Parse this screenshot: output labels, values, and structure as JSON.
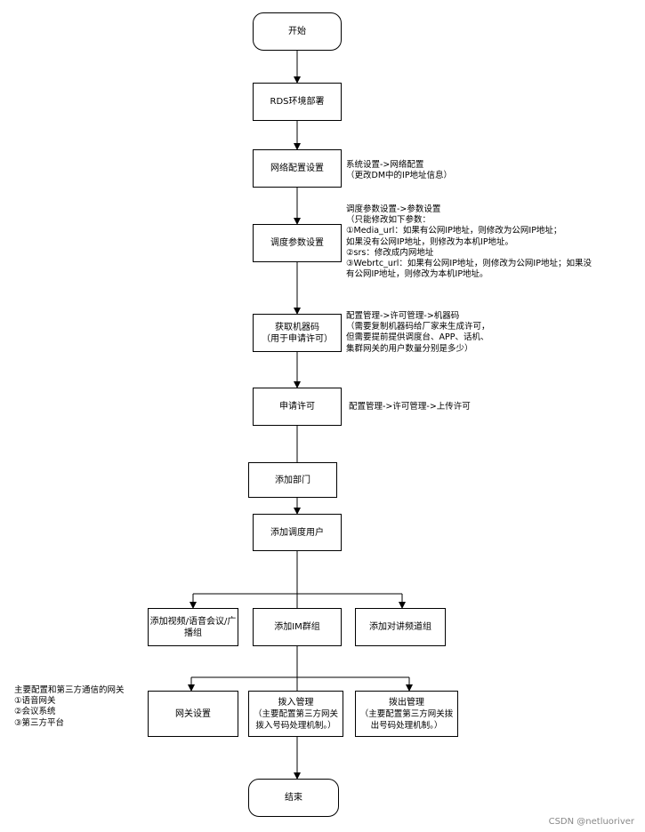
{
  "nodes": {
    "start": "开始",
    "rds": "RDS环境部署",
    "network": "网络配置设置",
    "dispatch": "调度参数设置",
    "machine_code": [
      "获取机器码",
      "（用于申请许可）"
    ],
    "license": "申请许可",
    "dept": "添加部门",
    "user": "添加调度用户",
    "video": [
      "添加视频/语音会议/广",
      "播组"
    ],
    "im": "添加IM群组",
    "intercom": "添加对讲频道组",
    "gateway": "网关设置",
    "dial_in": [
      "拨入管理",
      "（主要配置第三方网关",
      "拨入号码处理机制。）"
    ],
    "dial_out": [
      "拨出管理",
      "（主要配置第三方网关拨",
      "出号码处理机制。）"
    ],
    "end": "结束"
  },
  "notes": {
    "network": [
      "系统设置->网络配置",
      "（更改DM中的IP地址信息）"
    ],
    "dispatch": [
      "调度参数设置->参数设置",
      "（只能修改如下参数：",
      "①Media_url：如果有公网IP地址，则修改为公网IP地址；",
      "如果没有公网IP地址，则修改为本机IP地址。",
      "②srs：修改成内网地址",
      "③Webrtc_url：如果有公网IP地址，则修改为公网IP地址；如果没",
      "有公网IP地址，则修改为本机IP地址。"
    ],
    "machine_code": [
      "配置管理->许可管理->机器码",
      "（需要复制机器码给厂家来生成许可，",
      "但需要提前提供调度台、APP、话机、",
      "集群网关的用户数量分别是多少）"
    ],
    "license": "配置管理->许可管理->上传许可",
    "gateway": [
      "主要配置和第三方通信的网关",
      "①语音网关",
      "②会议系统",
      "③第三方平台"
    ]
  },
  "watermark": "CSDN @netluoriver",
  "colors": {
    "stroke": "#000000",
    "fill": "#ffffff"
  }
}
